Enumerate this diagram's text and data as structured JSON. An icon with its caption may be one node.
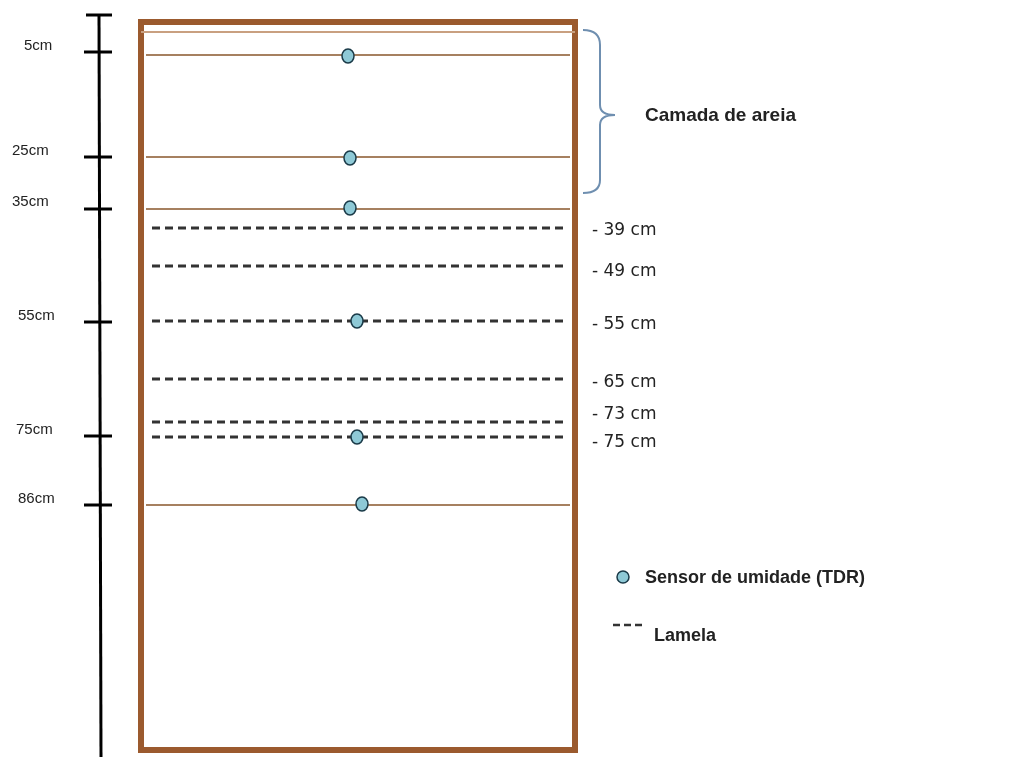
{
  "diagram": {
    "labels": [
      "5cm",
      "Camada de areia",
      "25cm",
      "35cm",
      "- 39 cm",
      "- 49 cm",
      "55cm",
      "- 55 cm",
      "- 65 cm",
      "- 73 cm",
      "75cm",
      "- 75 cm",
      "86cm"
    ],
    "legend": [
      {
        "text": "Sensor de umidade (TDR)"
      },
      {
        "text": "Lamela"
      }
    ]
  }
}
